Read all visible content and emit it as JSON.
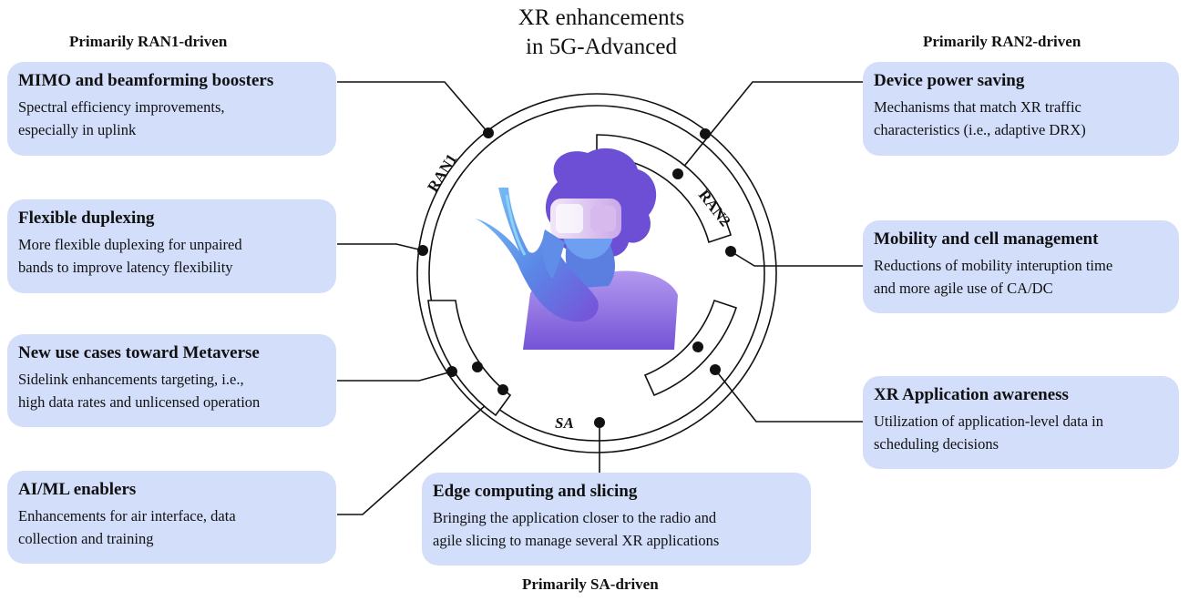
{
  "title": {
    "line1": "XR enhancements",
    "line2": "in 5G-Advanced"
  },
  "headings": {
    "ran1": "Primarily RAN1-driven",
    "ran2": "Primarily RAN2-driven",
    "sa": "Primarily SA-driven"
  },
  "ring_labels": {
    "ran1": "RAN1",
    "ran2": "RAN2",
    "sa": "SA"
  },
  "boxes": {
    "mimo": {
      "title": "MIMO and beamforming boosters",
      "desc": [
        "Spectral efficiency improvements,",
        "especially in uplink"
      ]
    },
    "duplex": {
      "title": "Flexible duplexing",
      "desc": [
        "More flexible duplexing for unpaired",
        "bands to improve latency flexibility"
      ]
    },
    "metaverse": {
      "title": "New use cases toward Metaverse",
      "desc": [
        "Sidelink enhancements targeting, i.e.,",
        "high data rates and unlicensed operation"
      ]
    },
    "aiml": {
      "title": "AI/ML enablers",
      "desc": [
        "Enhancements for air interface, data",
        "collection and training"
      ]
    },
    "power": {
      "title": "Device power saving",
      "desc": [
        "Mechanisms that match XR traffic",
        "characteristics (i.e., adaptive DRX)"
      ]
    },
    "mobility": {
      "title": "Mobility and cell management",
      "desc": [
        "Reductions of mobility interuption time",
        "and more agile use of CA/DC"
      ]
    },
    "appaware": {
      "title": "XR Application awareness",
      "desc": [
        "Utilization of application-level data in",
        "scheduling decisions"
      ]
    },
    "edge": {
      "title": "Edge computing and slicing",
      "desc": [
        "Bringing the application closer to the radio and",
        "agile slicing to manage several XR applications"
      ]
    }
  },
  "colors": {
    "box_fill": "#d2defa",
    "line": "#111111",
    "figure_light": "#6aa8f0",
    "figure_dark": "#6d4fd6"
  },
  "icons": {
    "center_image": "person-vr-headset-icon"
  }
}
